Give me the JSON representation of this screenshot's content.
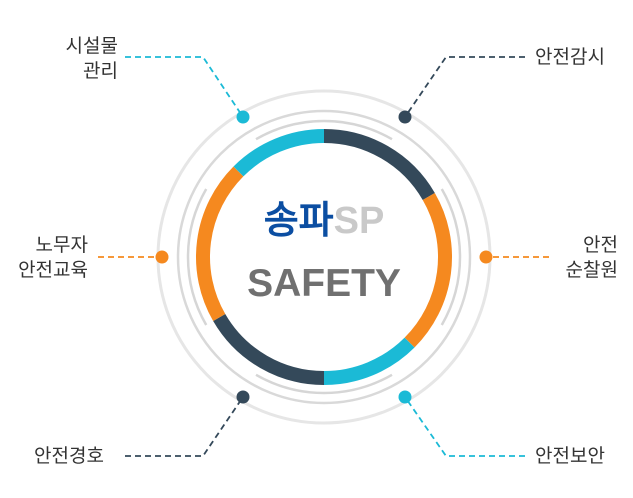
{
  "center": {
    "brand_korean": "송파",
    "brand_sp": "SP",
    "tagline": "SAFETY"
  },
  "items": {
    "top_left": [
      "시설물",
      "관리"
    ],
    "top_right": [
      "안전감시"
    ],
    "mid_left": [
      "노무자",
      "안전교육"
    ],
    "mid_right": [
      "안전",
      "순찰원"
    ],
    "bottom_left": [
      "안전경호"
    ],
    "bottom_right": [
      "안전보안"
    ]
  },
  "colors": {
    "cyan": "#1bbad6",
    "navy": "#34495a",
    "orange": "#f5891f",
    "brand_blue": "#0b4ea2",
    "gray_text": "#7a7a7a",
    "ring_gray": "#dcdcdc"
  }
}
